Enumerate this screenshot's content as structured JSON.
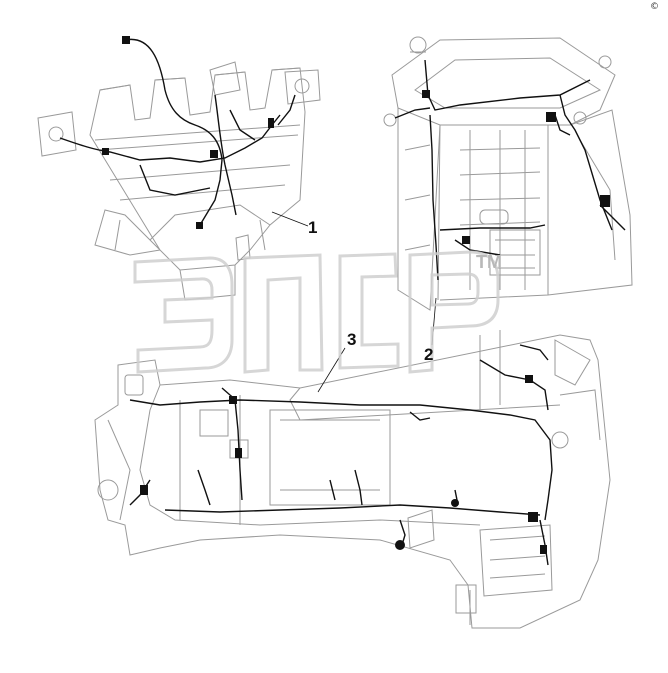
{
  "copyright_mark": "©",
  "watermark": {
    "letters": "ЭПСР",
    "tm": "TM",
    "color": "#cfcfcf"
  },
  "callouts": [
    {
      "id": "1",
      "label": "1"
    },
    {
      "id": "2",
      "label": "2"
    },
    {
      "id": "3",
      "label": "3"
    }
  ],
  "colors": {
    "line": "#1a1a1a",
    "light": "#9a9a9a",
    "cable": "#111111"
  }
}
